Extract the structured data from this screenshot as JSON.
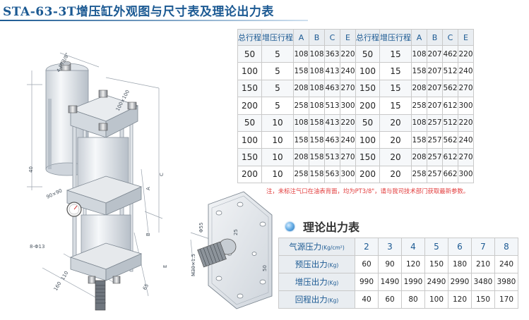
{
  "title": "STA-63-3T增压缸外观图与尺寸表及理论出力表",
  "dimension_table": {
    "headers": [
      "总行程",
      "增压行程",
      "A",
      "B",
      "C",
      "E",
      "总行程",
      "增压行程",
      "A",
      "B",
      "C",
      "E"
    ],
    "rows": [
      [
        "50",
        "5",
        "108",
        "108",
        "363",
        "220",
        "50",
        "15",
        "108",
        "207",
        "462",
        "220"
      ],
      [
        "100",
        "5",
        "158",
        "108",
        "413",
        "240",
        "100",
        "15",
        "158",
        "207",
        "512",
        "240"
      ],
      [
        "150",
        "5",
        "208",
        "108",
        "463",
        "270",
        "150",
        "15",
        "208",
        "207",
        "562",
        "270"
      ],
      [
        "200",
        "5",
        "258",
        "108",
        "513",
        "300",
        "200",
        "15",
        "258",
        "207",
        "612",
        "300"
      ],
      [
        "50",
        "10",
        "108",
        "158",
        "413",
        "220",
        "50",
        "20",
        "108",
        "257",
        "512",
        "220"
      ],
      [
        "100",
        "10",
        "158",
        "158",
        "463",
        "240",
        "100",
        "20",
        "158",
        "257",
        "562",
        "240"
      ],
      [
        "150",
        "10",
        "208",
        "158",
        "513",
        "270",
        "150",
        "20",
        "208",
        "257",
        "612",
        "270"
      ],
      [
        "200",
        "10",
        "258",
        "158",
        "563",
        "300",
        "200",
        "20",
        "258",
        "257",
        "662",
        "300"
      ]
    ]
  },
  "note": "注，未标注气口在油表背面，均为PT3/8\"，请与我司技术部门获取最新参数。",
  "force_section": {
    "title": "理论出力表",
    "rows": [
      {
        "label": "气源压力",
        "unit": "(Kg/cm²)",
        "values": [
          "2",
          "3",
          "4",
          "5",
          "6",
          "7",
          "8"
        ]
      },
      {
        "label": "预压出力",
        "unit": "(Kg)",
        "values": [
          "60",
          "90",
          "120",
          "150",
          "180",
          "210",
          "240"
        ]
      },
      {
        "label": "增压出力",
        "unit": "(Kg)",
        "values": [
          "990",
          "1490",
          "1990",
          "2490",
          "2990",
          "3480",
          "3980"
        ]
      },
      {
        "label": "回程出力",
        "unit": "(Kg)",
        "values": [
          "40",
          "60",
          "80",
          "100",
          "120",
          "150",
          "170"
        ]
      }
    ]
  },
  "drawing": {
    "labels": [
      "4-PT3/8\"",
      "100×100",
      "90×90",
      "8-Φ13",
      "110",
      "160",
      "65",
      "E",
      "A",
      "C",
      "B",
      "40",
      "Φ55",
      "M30×1.5",
      "25",
      "50"
    ]
  },
  "colors": {
    "title": "#1c5a93",
    "header_bg": "#e9edf1",
    "note": "#e23b3b",
    "cylinder": "#e4e8ec"
  }
}
